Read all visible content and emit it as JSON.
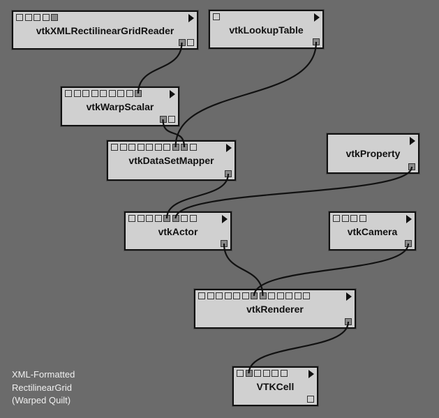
{
  "modules": [
    {
      "id": "reader",
      "name": "vtkXMLRectilinearGridReader",
      "inputs": 5,
      "inputs_connected": [
        4
      ],
      "outputs": 2,
      "outputs_connected": [
        0
      ]
    },
    {
      "id": "lut",
      "name": "vtkLookupTable",
      "inputs": 1,
      "inputs_connected": [],
      "outputs": 1,
      "outputs_connected": [
        0
      ]
    },
    {
      "id": "warp",
      "name": "vtkWarpScalar",
      "inputs": 9,
      "inputs_connected": [
        8
      ],
      "outputs": 2,
      "outputs_connected": [
        0
      ]
    },
    {
      "id": "mapper",
      "name": "vtkDataSetMapper",
      "inputs": 10,
      "inputs_connected": [
        7,
        8
      ],
      "outputs": 1,
      "outputs_connected": [
        0
      ]
    },
    {
      "id": "property",
      "name": "vtkProperty",
      "inputs": 0,
      "inputs_connected": [],
      "outputs": 1,
      "outputs_connected": [
        0
      ]
    },
    {
      "id": "actor",
      "name": "vtkActor",
      "inputs": 8,
      "inputs_connected": [
        4,
        5
      ],
      "outputs": 1,
      "outputs_connected": [
        0
      ]
    },
    {
      "id": "camera",
      "name": "vtkCamera",
      "inputs": 4,
      "inputs_connected": [],
      "outputs": 1,
      "outputs_connected": [
        0
      ]
    },
    {
      "id": "renderer",
      "name": "vtkRenderer",
      "inputs": 13,
      "inputs_connected": [
        6,
        7
      ],
      "outputs": 1,
      "outputs_connected": [
        0
      ]
    },
    {
      "id": "cell",
      "name": "VTKCell",
      "inputs": 6,
      "inputs_connected": [
        1
      ],
      "outputs": 1,
      "outputs_connected": []
    }
  ],
  "connections": [
    {
      "from": "reader",
      "from_port": 0,
      "to": "warp",
      "to_port": 8
    },
    {
      "from": "warp",
      "from_port": 0,
      "to": "mapper",
      "to_port": 8
    },
    {
      "from": "lut",
      "from_port": 0,
      "to": "mapper",
      "to_port": 7
    },
    {
      "from": "mapper",
      "from_port": 0,
      "to": "actor",
      "to_port": 4
    },
    {
      "from": "property",
      "from_port": 0,
      "to": "actor",
      "to_port": 5
    },
    {
      "from": "actor",
      "from_port": 0,
      "to": "renderer",
      "to_port": 7
    },
    {
      "from": "camera",
      "from_port": 0,
      "to": "renderer",
      "to_port": 6
    },
    {
      "from": "renderer",
      "from_port": 0,
      "to": "cell",
      "to_port": 1
    }
  ],
  "caption": {
    "line1": "XML-Formatted",
    "line2": "RectilinearGrid",
    "line3": "(Warped Quilt)"
  }
}
